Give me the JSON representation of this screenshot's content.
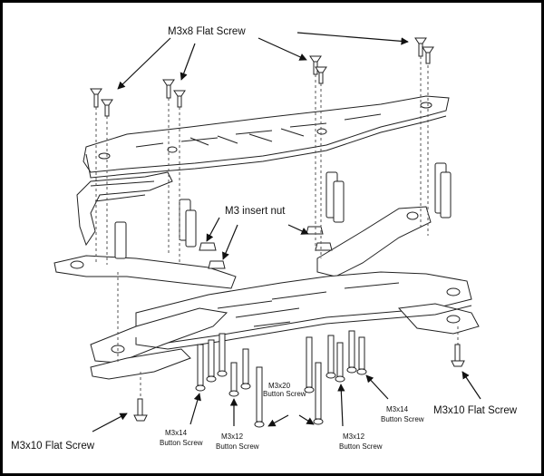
{
  "labels": {
    "top_flat_screw": "M3x8 Flat Screw",
    "insert_nut": "M3 insert nut",
    "left_flat_screw": "M3x10 Flat Screw",
    "right_flat_screw": "M3x10 Flat Screw",
    "m3x14_left_line1": "M3x14",
    "m3x14_left_line2": "Button Screw",
    "m3x12_left_line1": "M3x12",
    "m3x12_left_line2": "Button Screw",
    "m3x20_line1": "M3x20",
    "m3x20_line2": "Button Screw",
    "m3x12_right_line1": "M3x12",
    "m3x12_right_line2": "Button Screw",
    "m3x14_right_line1": "M3x14",
    "m3x14_right_line2": "Button Screw"
  },
  "colors": {
    "line": "#222222",
    "background": "#ffffff",
    "border": "#000000"
  }
}
